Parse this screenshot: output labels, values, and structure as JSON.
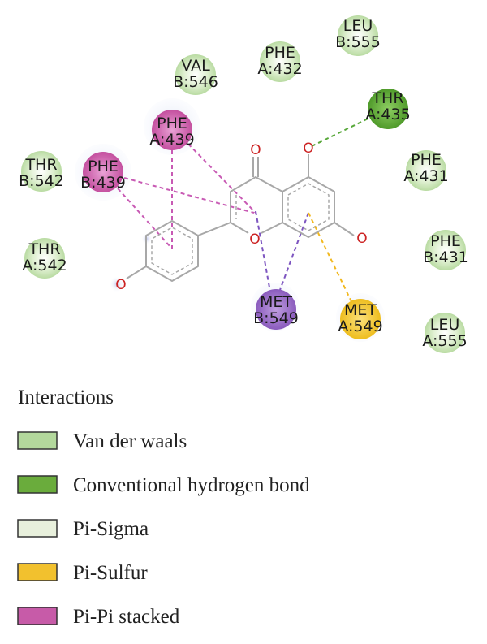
{
  "residues": [
    {
      "id": "leu-b555",
      "line1": "LEU",
      "line2": "B:555",
      "type": "van_der_waals"
    },
    {
      "id": "phe-a432",
      "line1": "PHE",
      "line2": "A:432",
      "type": "van_der_waals"
    },
    {
      "id": "val-b546",
      "line1": "VAL",
      "line2": "B:546",
      "type": "van_der_waals"
    },
    {
      "id": "thr-a435",
      "line1": "THR",
      "line2": "A:435",
      "type": "conventional_hbond"
    },
    {
      "id": "phe-a439",
      "line1": "PHE",
      "line2": "A:439",
      "type": "pi_pi_stacked"
    },
    {
      "id": "thr-b542",
      "line1": "THR",
      "line2": "B:542",
      "type": "van_der_waals"
    },
    {
      "id": "phe-b439",
      "line1": "PHE",
      "line2": "B:439",
      "type": "pi_pi_stacked"
    },
    {
      "id": "phe-a431",
      "line1": "PHE",
      "line2": "A:431",
      "type": "van_der_waals"
    },
    {
      "id": "thr-a542",
      "line1": "THR",
      "line2": "A:542",
      "type": "van_der_waals"
    },
    {
      "id": "phe-b431",
      "line1": "PHE",
      "line2": "B:431",
      "type": "van_der_waals"
    },
    {
      "id": "met-b549",
      "line1": "MET",
      "line2": "B:549",
      "type": "pi_sigma"
    },
    {
      "id": "met-a549",
      "line1": "MET",
      "line2": "A:549",
      "type": "pi_sulfur"
    },
    {
      "id": "leu-a555",
      "line1": "LEU",
      "line2": "A:555",
      "type": "van_der_waals"
    }
  ],
  "atoms": {
    "carbonyl_o": "O",
    "ring_o": "O",
    "hydroxyl_o_top": "O",
    "hydroxyl_o_right": "O",
    "hydroxyl_o_left": "O"
  },
  "legend": {
    "title": "Interactions",
    "items": [
      {
        "key": "van_der_waals",
        "label": "Van der waals",
        "color": "#b3d89c"
      },
      {
        "key": "conventional_hbond",
        "label": "Conventional hydrogen bond",
        "color": "#6aac3c"
      },
      {
        "key": "pi_sigma",
        "label": "Pi-Sigma",
        "color": "#e8f0dc"
      },
      {
        "key": "pi_sulfur",
        "label": "Pi-Sulfur",
        "color": "#f2c12e"
      },
      {
        "key": "pi_pi_stacked",
        "label": "Pi-Pi stacked",
        "color": "#c75ba8"
      }
    ]
  },
  "colors": {
    "bond": "#a8a8a8",
    "oxygen": "#cc2222",
    "hbond_line": "#58a83a",
    "pi_line": "#c85ab4",
    "sulfur_line": "#f2b81e",
    "sigma_line": "#7d55c0",
    "met_b549_fill": "#9d6dc8",
    "vdw_fill": "#cfe6bd",
    "hbond_fill": "#5aa532",
    "sulfur_fill": "#f2c72e",
    "pi_fill": "#cf63b3"
  }
}
